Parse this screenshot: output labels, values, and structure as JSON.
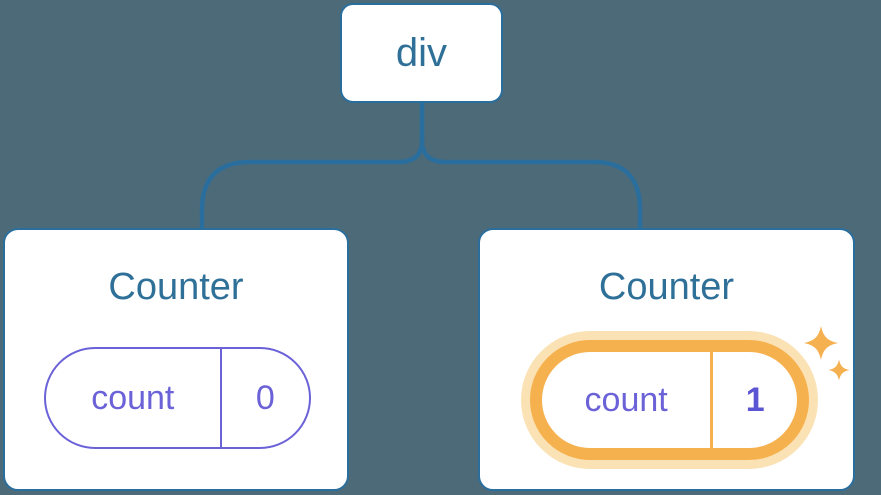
{
  "diagram": {
    "description": "React component tree with parent div and two Counter children, second counter state highlighted",
    "root": {
      "label": "div"
    },
    "children": [
      {
        "title": "Counter",
        "state": {
          "key": "count",
          "value": "0"
        },
        "highlighted": false
      },
      {
        "title": "Counter",
        "state": {
          "key": "count",
          "value": "1"
        },
        "highlighted": true
      }
    ]
  },
  "icons": {
    "sparkle": "four-point-star sparkle marking updated state"
  },
  "colors": {
    "background": "#4d6a78",
    "line": "#2a6e9e",
    "node_text": "#2f7098",
    "card_background": "#ffffff",
    "state_purple": "#6b62d8",
    "state_purple_bold": "#5a55d2",
    "highlight_orange": "#f6b14f",
    "highlight_glow": "#fbe2b4",
    "sparkle_orange": "#f5b04f"
  }
}
